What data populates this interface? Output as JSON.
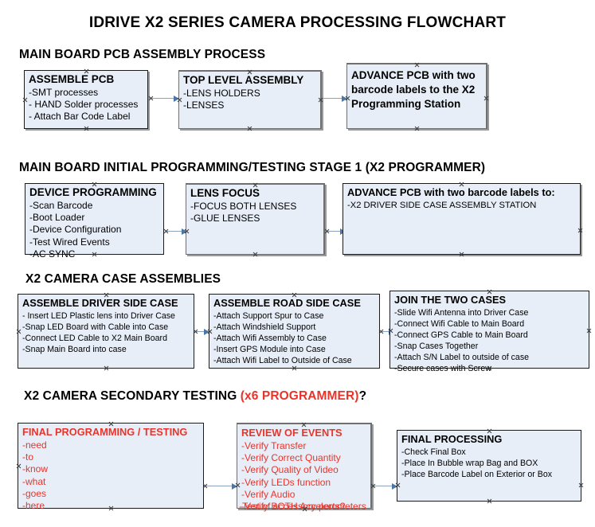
{
  "title": "IDRIVE X2  SERIES CAMERA PROCESSING FLOWCHART",
  "colors": {
    "box_fill": "#e8eef8",
    "box_border": "#1b1b1b",
    "accent_red": "#e8342a",
    "arrow_line": "#8ba2bd",
    "arrow_head": "#4a76a8"
  },
  "sections": [
    {
      "heading": "MAIN BOARD PCB ASSEMBLY PROCESS",
      "heading_accent": "",
      "heading_tail": ""
    },
    {
      "heading": "MAIN BOARD INITIAL PROGRAMMING/TESTING STAGE 1 (X2 PROGRAMMER)",
      "heading_accent": "",
      "heading_tail": ""
    },
    {
      "heading": "X2 CAMERA CASE ASSEMBLIES",
      "heading_accent": "",
      "heading_tail": ""
    },
    {
      "heading": "X2 CAMERA SECONDARY TESTING ",
      "heading_accent": "(x6 PROGRAMMER)",
      "heading_tail": "?"
    }
  ],
  "boxes": {
    "assemble_pcb": {
      "title": "ASSEMBLE PCB",
      "lines": [
        "-SMT processes",
        "- HAND Solder processes",
        "- Attach Bar Code Label"
      ]
    },
    "top_level_assembly": {
      "title": "TOP LEVEL ASSEMBLY",
      "lines": [
        "-LENS HOLDERS",
        "-LENSES"
      ]
    },
    "advance_pcb_programming": {
      "title": "ADVANCE PCB with two barcode labels to the  X2 Programming Station",
      "lines": []
    },
    "device_programming": {
      "title": "DEVICE PROGRAMMING",
      "lines": [
        "-Scan Barcode",
        "-Boot Loader",
        "-Device Configuration",
        "-Test Wired Events",
        "-AC SYNC"
      ]
    },
    "lens_focus": {
      "title": "LENS FOCUS",
      "lines": [
        "-FOCUS BOTH LENSES",
        "-GLUE LENSES"
      ]
    },
    "advance_pcb_case": {
      "title": "ADVANCE PCB with two barcode labels to:",
      "lines": [
        "-X2 DRIVER  SIDE  CASE  ASSEMBLY STATION"
      ]
    },
    "assemble_driver_side_case": {
      "title": "ASSEMBLE DRIVER SIDE CASE",
      "lines": [
        "- Insert LED Plastic lens into Driver Case",
        "-Snap LED Board with Cable into Case",
        "-Connect LED Cable to X2 Main Board",
        "-Snap Main Board into case"
      ]
    },
    "assemble_road_side_case": {
      "title": "ASSEMBLE ROAD SIDE CASE",
      "lines": [
        "-Attach Support Spur to Case",
        "-Attach Windshield Support",
        "-Attach Wifi Assembly to Case",
        "-Insert GPS Module into Case",
        "-Attach Wifi Label to Outside of Case"
      ]
    },
    "join_the_two_cases": {
      "title": "JOIN THE TWO CASES",
      "lines": [
        "-Slide Wifi Antenna into Driver Case",
        "-Connect Wifi Cable to Main Board",
        "-Connect GPS Cable to Main Board",
        "-Snap Cases Together",
        "-Attach S/N Label to outside of case",
        "-Secure cases with Screw"
      ]
    },
    "final_programming_testing": {
      "title": "FINAL PROGRAMMING / TESTING",
      "lines": [
        "-need",
        "-to",
        "-know",
        "-what",
        "-goes",
        "-here"
      ]
    },
    "review_of_events": {
      "title": "REVIEW OF EVENTS",
      "lines": [
        "-Verify Transfer",
        "-Verify Correct Quantity",
        "-Verify Quality of Video",
        "-Verify LEDs function",
        "-Verify Audio",
        "-Verify BOTH Accelerometers"
      ],
      "overflow_line": "-Test of accessory ports?"
    },
    "final_processing": {
      "title": "FINAL PROCESSING",
      "lines": [
        "-Check Final Box",
        "-Place In Bubble wrap Bag and BOX",
        "-Place Barcode Label on Exterior or Box"
      ]
    }
  }
}
